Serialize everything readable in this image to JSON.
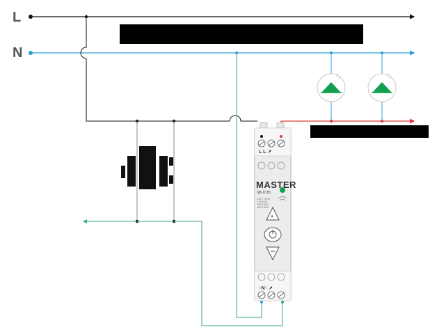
{
  "rails": {
    "l_label": "L",
    "n_label": "N"
  },
  "device": {
    "brand": "MASTER",
    "model": "SB-1CHL",
    "spec_lines": [
      "230V~ 50Hz",
      "1.5A MAX",
      "500W MAX",
      "LED 150W"
    ],
    "top_terminal_labels": "L L ↗",
    "bottom_terminal_labels": "↑N↑  ↗"
  },
  "colors": {
    "live": "#111111",
    "neutral": "#2a9fd6",
    "switched_live": "#e03a3a",
    "control": "#3aa090",
    "lamp_symbol": "#12a050",
    "redaction": "#000000"
  },
  "icons": {
    "lamps": [
      "led-lamp-icon",
      "led-lamp-icon"
    ],
    "push_button": "push-button-icon",
    "device_buttons": [
      "up-plus-icon",
      "power-icon",
      "down-minus-icon"
    ]
  }
}
